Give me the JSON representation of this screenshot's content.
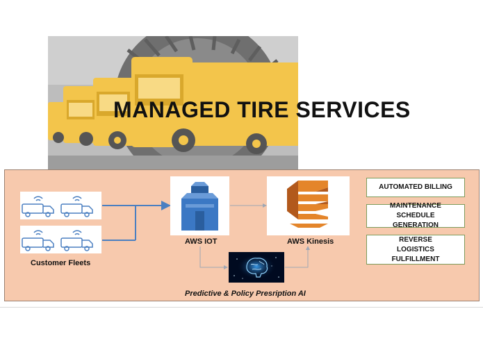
{
  "title": "MANAGED TIRE SERVICES",
  "fleets": {
    "label": "Customer Fleets"
  },
  "iot": {
    "label": "AWS IOT"
  },
  "kinesis": {
    "label": "AWS Kinesis"
  },
  "ai": {
    "label": "Predictive & Policy Presription AI"
  },
  "outputs": [
    {
      "label": "AUTOMATED BILLING"
    },
    {
      "label": "MAINTENANCE SCHEDULE GENERATION"
    },
    {
      "label": "REVERSE LOGISTICS FULFILLMENT"
    }
  ],
  "colors": {
    "panel": "#f7c9ad",
    "truck": "#f3c54b",
    "connector_blue": "#4a7fc1",
    "connector_gray": "#9fa7b4",
    "aws_blue": "#3b78c4",
    "aws_orange": "#e4852a",
    "output_border": "#7c9b5b"
  }
}
